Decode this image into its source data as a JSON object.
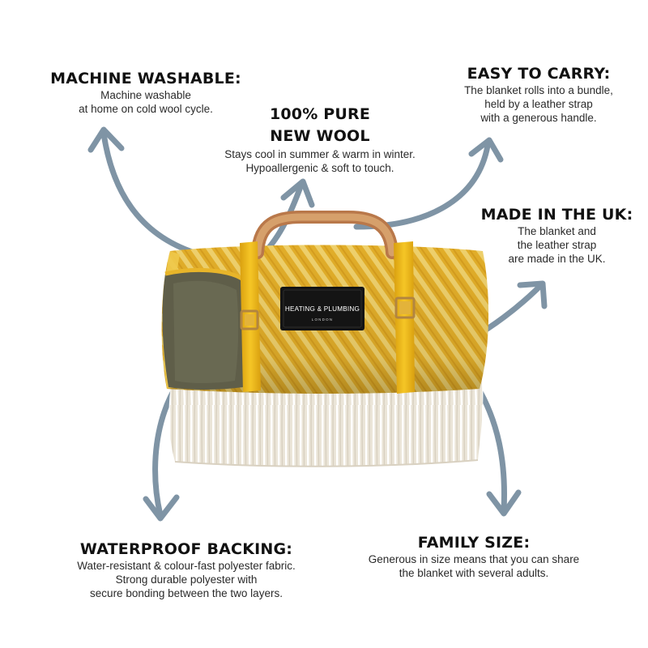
{
  "features": {
    "washable": {
      "title": "MACHINE WASHABLE:",
      "lines": [
        "Machine washable",
        "at home on cold wool cycle."
      ]
    },
    "wool": {
      "title_lines": [
        "100% PURE",
        "NEW WOOL"
      ],
      "lines": [
        "Stays cool in summer & warm in winter.",
        "Hypoallergenic & soft to touch."
      ]
    },
    "carry": {
      "title": "EASY TO CARRY:",
      "lines": [
        "The blanket rolls into a bundle,",
        "held by a leather strap",
        "with a generous handle."
      ]
    },
    "uk": {
      "title": "MADE IN THE UK:",
      "lines": [
        "The blanket and",
        "the leather strap",
        "are made in the UK."
      ]
    },
    "backing": {
      "title": "WATERPROOF BACKING:",
      "lines": [
        "Water-resistant & colour-fast polyester fabric.",
        "Strong durable polyester with",
        "secure bonding between the two layers."
      ]
    },
    "family": {
      "title": "FAMILY SIZE:",
      "lines": [
        "Generous in size means that you can share",
        "the blanket with several adults."
      ]
    }
  },
  "product": {
    "label_brand": "HEATING & PLUMBING",
    "label_city": "LONDON"
  },
  "colors": {
    "arrow": "#7f94a5",
    "wool_yellow": "#e8b52a",
    "wool_light": "#f4d774",
    "strap_yellow": "#f0bc1c",
    "backing_grey": "#5e5d48",
    "fringe_cream": "#efeae0",
    "handle_leather": "#c98e58",
    "label_black": "#141414"
  }
}
